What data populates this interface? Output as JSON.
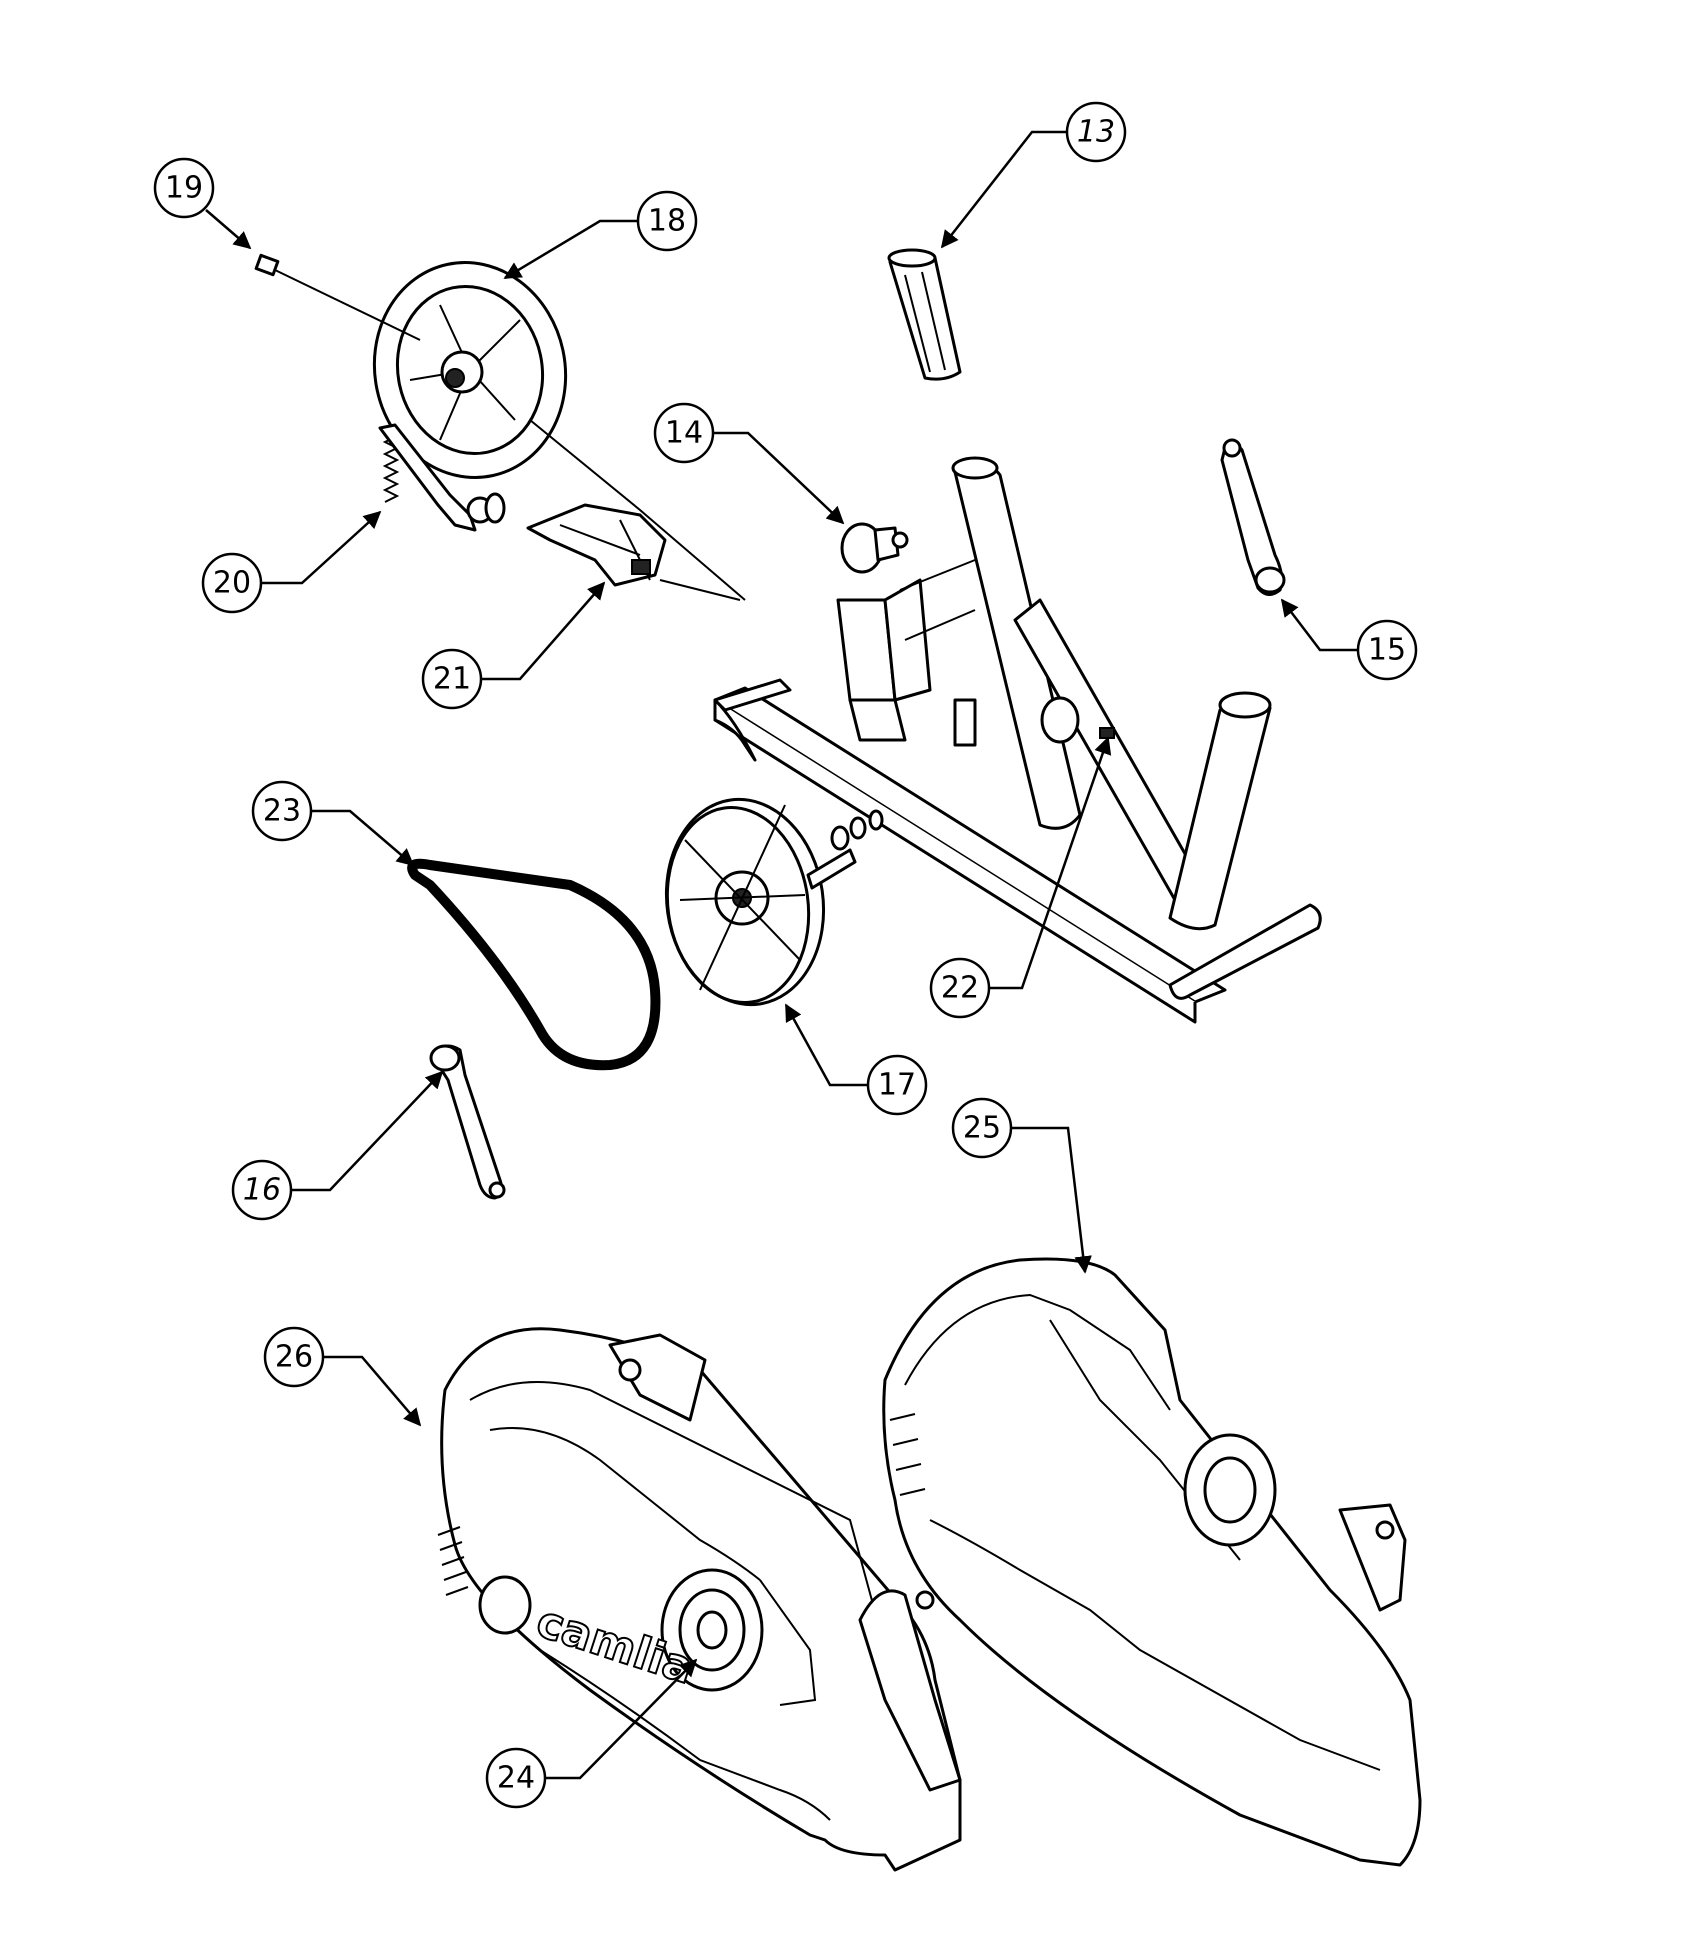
{
  "callouts": [
    {
      "id": "13",
      "label": "13",
      "italic": true
    },
    {
      "id": "14",
      "label": "14",
      "italic": false
    },
    {
      "id": "15",
      "label": "15",
      "italic": false
    },
    {
      "id": "16",
      "label": "16",
      "italic": true
    },
    {
      "id": "17",
      "label": "17",
      "italic": false
    },
    {
      "id": "18",
      "label": "18",
      "italic": false
    },
    {
      "id": "19",
      "label": "19",
      "italic": false
    },
    {
      "id": "20",
      "label": "20",
      "italic": false
    },
    {
      "id": "21",
      "label": "21",
      "italic": false
    },
    {
      "id": "22",
      "label": "22",
      "italic": false
    },
    {
      "id": "23",
      "label": "23",
      "italic": false
    },
    {
      "id": "24",
      "label": "24",
      "italic": false
    },
    {
      "id": "25",
      "label": "25",
      "italic": false
    },
    {
      "id": "26",
      "label": "26",
      "italic": false
    }
  ],
  "cover_logo": "camlia"
}
